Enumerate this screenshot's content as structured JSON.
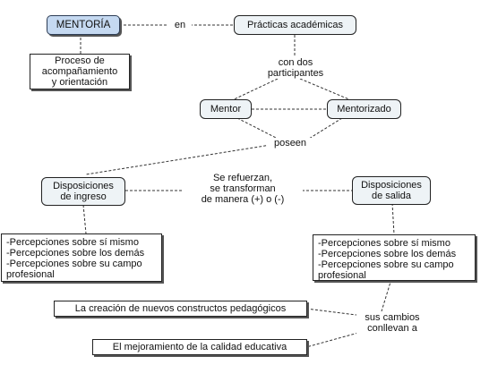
{
  "nodes": {
    "mentoria": "MENTORÍA",
    "practicas": "Prácticas académicas",
    "proceso": "Proceso de\nacompañamiento\ny orientación",
    "mentor": "Mentor",
    "mentorizado": "Mentorizado",
    "disp_ingreso": "Disposiciones\nde ingreso",
    "disp_salida": "Disposiciones\nde salida",
    "percep_izq": "-Percepciones sobre sí mismo\n-Percepciones sobre los demás\n-Percepciones sobre su campo\nprofesional",
    "percep_der": "-Percepciones sobre sí mismo\n-Percepciones sobre los demás\n-Percepciones sobre su campo\nprofesional",
    "creacion": "La creación de nuevos constructos pedagógicos",
    "mejoramiento": "El mejoramiento de la calidad educativa"
  },
  "links": {
    "en": "en",
    "con_dos": "con dos\nparticipantes",
    "poseen": "poseen",
    "se_refuerzan": "Se refuerzan,\nse transforman\nde manera (+) o (-)",
    "sus_cambios": "sus cambios\nconllevan a"
  },
  "colors": {
    "primary_fill": "#c5d9f1",
    "concept_fill": "#eef3f6",
    "line": "#333333"
  }
}
